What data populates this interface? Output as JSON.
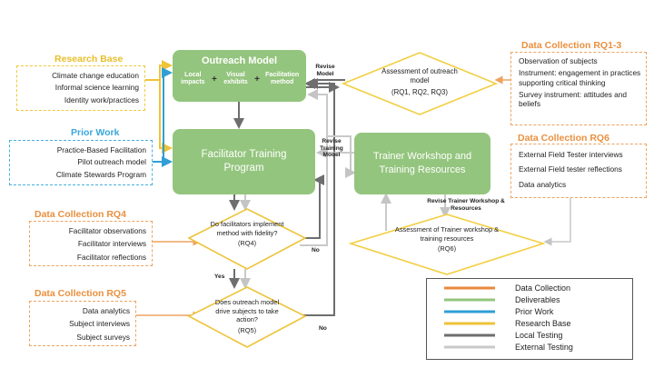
{
  "research_base": {
    "header": "Research Base",
    "items": [
      "Climate change education",
      "Informal science learning",
      "Identity work/practices"
    ]
  },
  "prior_work": {
    "header": "Prior Work",
    "items": [
      "Practice-Based Facilitation",
      "Pilot outreach model",
      "Climate Stewards Program"
    ]
  },
  "dc_rq4": {
    "header": "Data Collection RQ4",
    "items": [
      "Facilitator observations",
      "Facilitator interviews",
      "Facilitator reflections"
    ]
  },
  "dc_rq5": {
    "header": "Data Collection RQ5",
    "items": [
      "Data analytics",
      "Subject interviews",
      "Subject surveys"
    ]
  },
  "dc_rq13": {
    "header": "Data Collection RQ1-3",
    "items": [
      "Observation of subjects",
      "Instrument: engagement in practices supporting critical thinking",
      "Survey instrument: attitudes and beliefs"
    ]
  },
  "dc_rq6": {
    "header": "Data Collection RQ6",
    "items": [
      "External Field Tester interviews",
      "External Field tester reflections",
      "Data analytics"
    ]
  },
  "outreach": {
    "title": "Outreach Model",
    "comp1": "Local impacts",
    "plus": "+",
    "comp2": "Visual exhibits",
    "comp3": "Facilitation method"
  },
  "facilitator_program": "Facilitator Training Program",
  "trainer_workshop": "Trainer Workshop and Training Resources",
  "diamonds": {
    "assess_outreach": {
      "text": "Assessment of outreach model",
      "rq": "(RQ1, RQ2, RQ3)"
    },
    "fidelity": {
      "text": "Do facilitators implement method with fidelity?",
      "rq": "(RQ4)"
    },
    "drive": {
      "text": "Does outreach model drive subjects to take action?",
      "rq": "(RQ5)"
    },
    "assess_trainer": {
      "text": "Assessment of Trainer workshop & training resources",
      "rq": "(RQ6)"
    }
  },
  "labels": {
    "revise_model": "Revise Model",
    "revise_training": "Revise Training Model",
    "revise_trainer": "Revise Trainer Workshop & Resources",
    "yes": "Yes",
    "no1": "No",
    "no2": "No"
  },
  "legend": [
    {
      "label": "Data Collection",
      "color": "#e98a3c"
    },
    {
      "label": "Deliverables",
      "color": "#94c57e"
    },
    {
      "label": "Prior Work",
      "color": "#2f9fd6"
    },
    {
      "label": "Research Base",
      "color": "#eec33a"
    },
    {
      "label": "Local Testing",
      "color": "#6e6e6e"
    },
    {
      "label": "External Testing",
      "color": "#c9c9c9"
    }
  ]
}
